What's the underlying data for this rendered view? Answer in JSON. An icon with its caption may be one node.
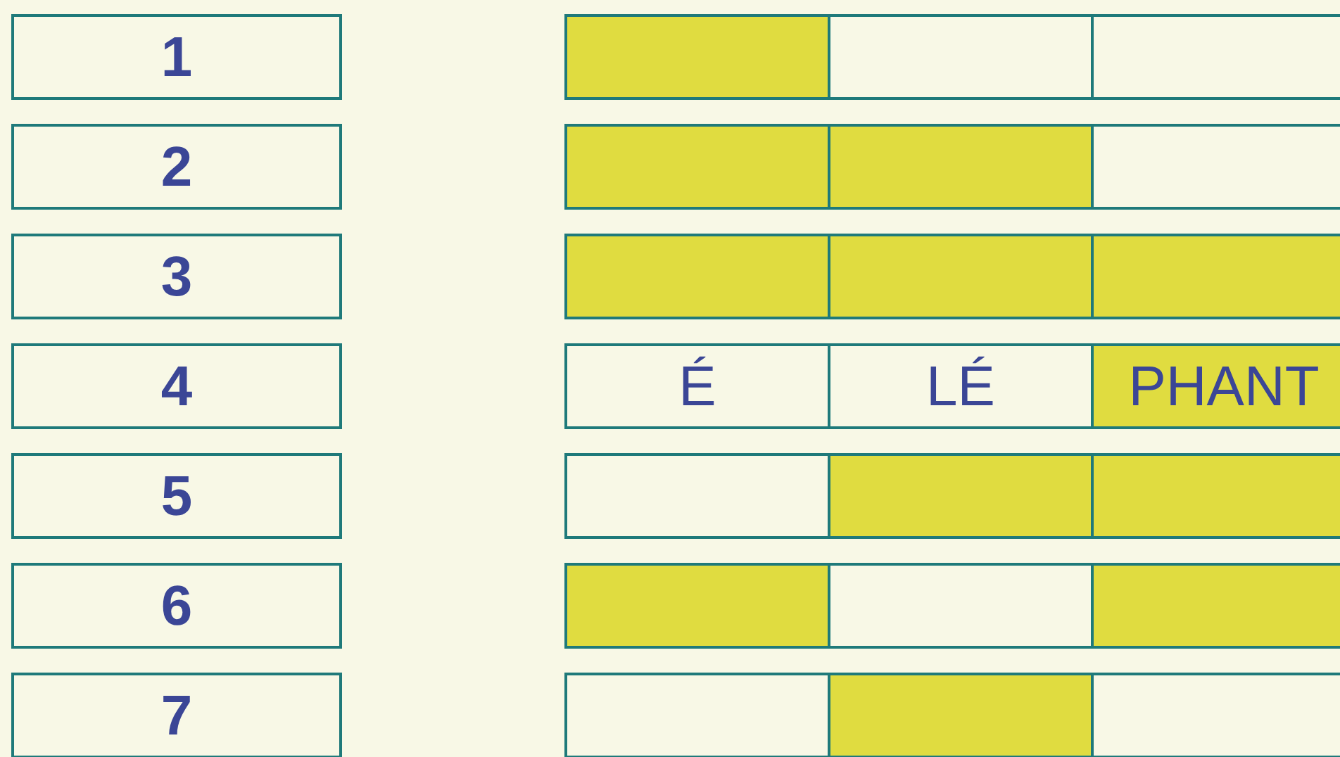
{
  "diagram": {
    "nodes": [
      {
        "text": [
          "1"
        ]
      },
      {
        "text": [],
        "shape": "box"
      },
      {
        "text": [],
        "shape": "box"
      },
      {
        "text": [],
        "shape": "box"
      },
      {
        "text": [
          "2"
        ]
      },
      {
        "text": [],
        "shape": "box"
      },
      {
        "text": [],
        "shape": "box"
      },
      {
        "text": [],
        "shape": "box"
      },
      {
        "text": [
          "3"
        ]
      },
      {
        "text": [],
        "shape": "box"
      },
      {
        "text": [],
        "shape": "box"
      },
      {
        "text": [],
        "shape": "box"
      },
      {
        "text": [
          "4"
        ]
      },
      {
        "text": [
          "É"
        ]
      },
      {
        "text": [
          "LÉ"
        ]
      },
      {
        "text": [
          "PHANT"
        ]
      },
      {
        "text": [
          "5"
        ]
      },
      {
        "text": [],
        "shape": "box"
      },
      {
        "text": [],
        "shape": "box"
      },
      {
        "text": [],
        "shape": "box"
      },
      {
        "text": [
          "6"
        ]
      },
      {
        "text": [],
        "shape": "box"
      },
      {
        "text": [],
        "shape": "box"
      },
      {
        "text": [],
        "shape": "box"
      },
      {
        "text": [
          "7"
        ]
      },
      {
        "text": [],
        "shape": "box"
      },
      {
        "text": [],
        "shape": "box"
      },
      {
        "text": [],
        "shape": "box"
      }
    ]
  }
}
